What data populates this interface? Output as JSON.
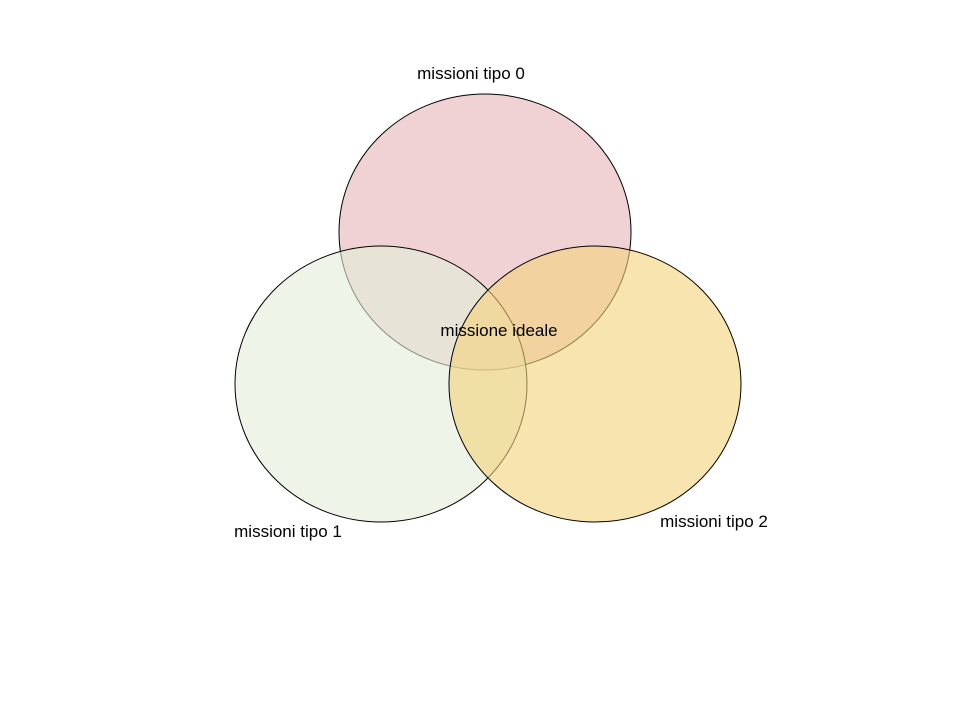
{
  "venn": {
    "sets": [
      {
        "label": "missioni tipo 0",
        "color": "#e8b4b8",
        "opacity": 0.6
      },
      {
        "label": "missioni tipo 1",
        "color": "#e2eed9",
        "opacity": 0.6
      },
      {
        "label": "missioni tipo 2",
        "color": "#f3d27a",
        "opacity": 0.6
      }
    ],
    "center_label": "missione ideale"
  }
}
